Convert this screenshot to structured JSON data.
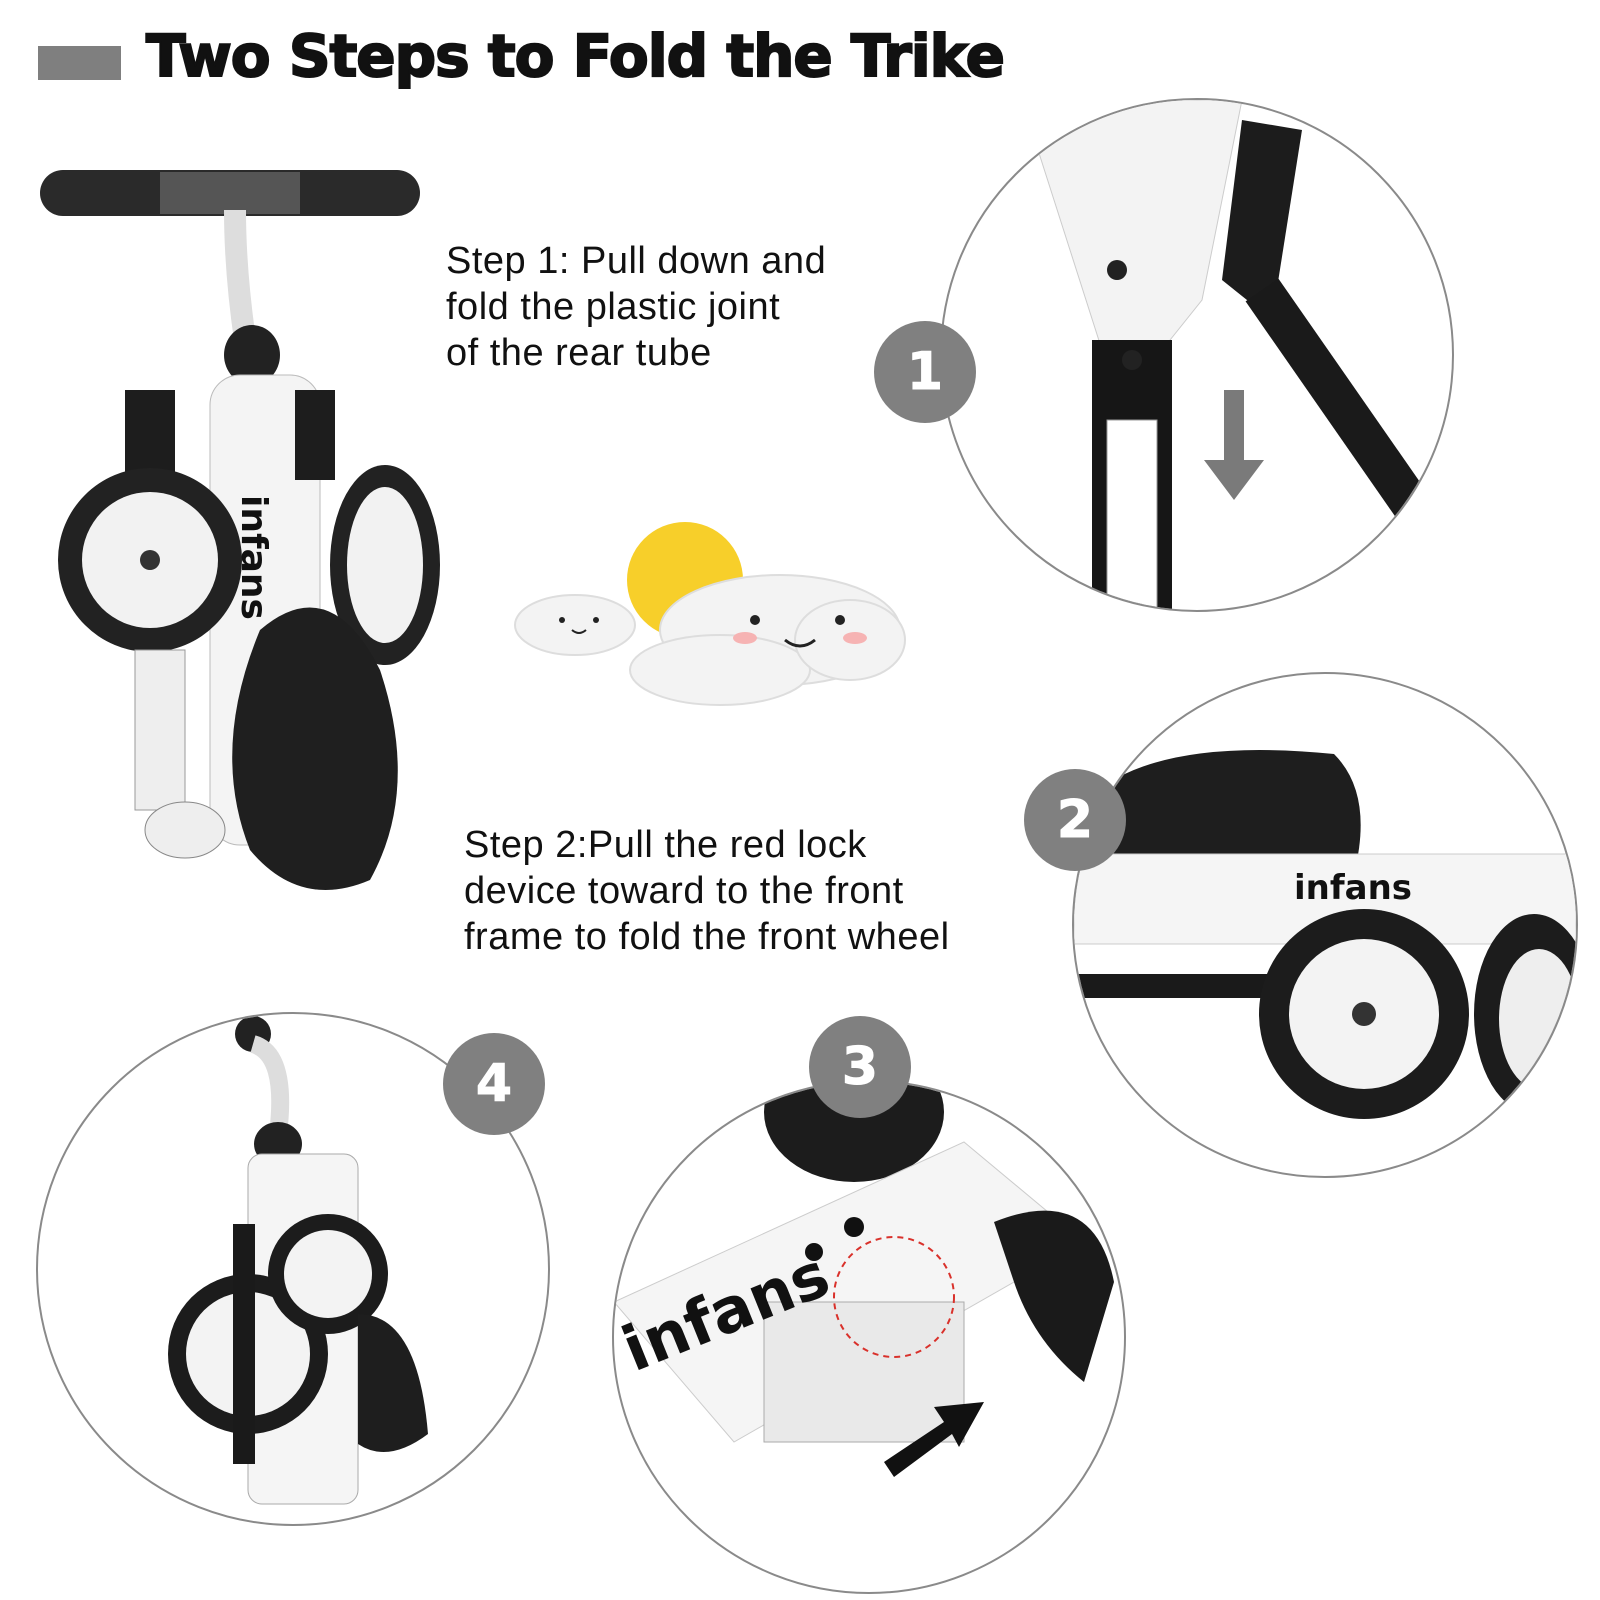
{
  "header": {
    "title": "Two Steps to Fold the Trike"
  },
  "steps": [
    {
      "lines": [
        "Step 1: Pull down and",
        "fold the plastic joint",
        "of the rear tube"
      ]
    },
    {
      "lines": [
        "Step 2:Pull the red lock",
        "device toward to the front",
        "frame to fold the front wheel"
      ]
    }
  ],
  "badges": [
    "1",
    "2",
    "3",
    "4"
  ],
  "brand": "infans",
  "colors": {
    "badge": "#808080",
    "sun": "#f7cf2a",
    "lock_marker": "#d9312b",
    "frame": "#1a1a1a"
  }
}
